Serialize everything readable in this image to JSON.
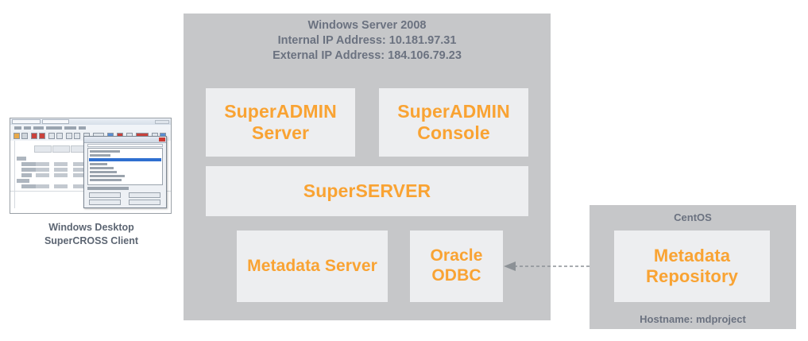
{
  "diagram": {
    "type": "architecture-diagram",
    "background_color": "#ffffff",
    "container_color": "#c6c7c9",
    "box_color": "#edeef0",
    "accent_color": "#f9a333",
    "label_color": "#6b7280"
  },
  "server": {
    "title": "Windows Server 2008\nInternal IP Address: 10.181.97.31\nExternal IP Address: 184.106.79.23",
    "os_name": "Windows Server 2008",
    "internal_ip_line": "Internal IP Address: 10.181.97.31",
    "external_ip_line": "External IP Address: 184.106.79.23",
    "internal_ip": "10.181.97.31",
    "external_ip": "184.106.79.23",
    "components": [
      {
        "label": "SuperADMIN\nServer"
      },
      {
        "label": "SuperADMIN\nConsole"
      },
      {
        "label": "SuperSERVER"
      },
      {
        "label": "Metadata Server"
      },
      {
        "label": "Oracle\nODBC"
      }
    ]
  },
  "centos": {
    "title": "CentOS",
    "hostname_line": "Hostname: mdproject",
    "hostname": "mdproject",
    "components": [
      {
        "label": "Metadata\nRepository"
      }
    ]
  },
  "client": {
    "caption": "Windows Desktop\nSuperCROSS Client",
    "caption_line1": "Windows Desktop",
    "caption_line2": "SuperCROSS Client",
    "thumbnail_alt": "SuperCROSS client application window with data table and open selection dialog"
  },
  "connector": {
    "style": "dashed",
    "arrowheads": "both",
    "color": "#8c9196",
    "from": "Oracle ODBC",
    "to": "Metadata Repository"
  }
}
